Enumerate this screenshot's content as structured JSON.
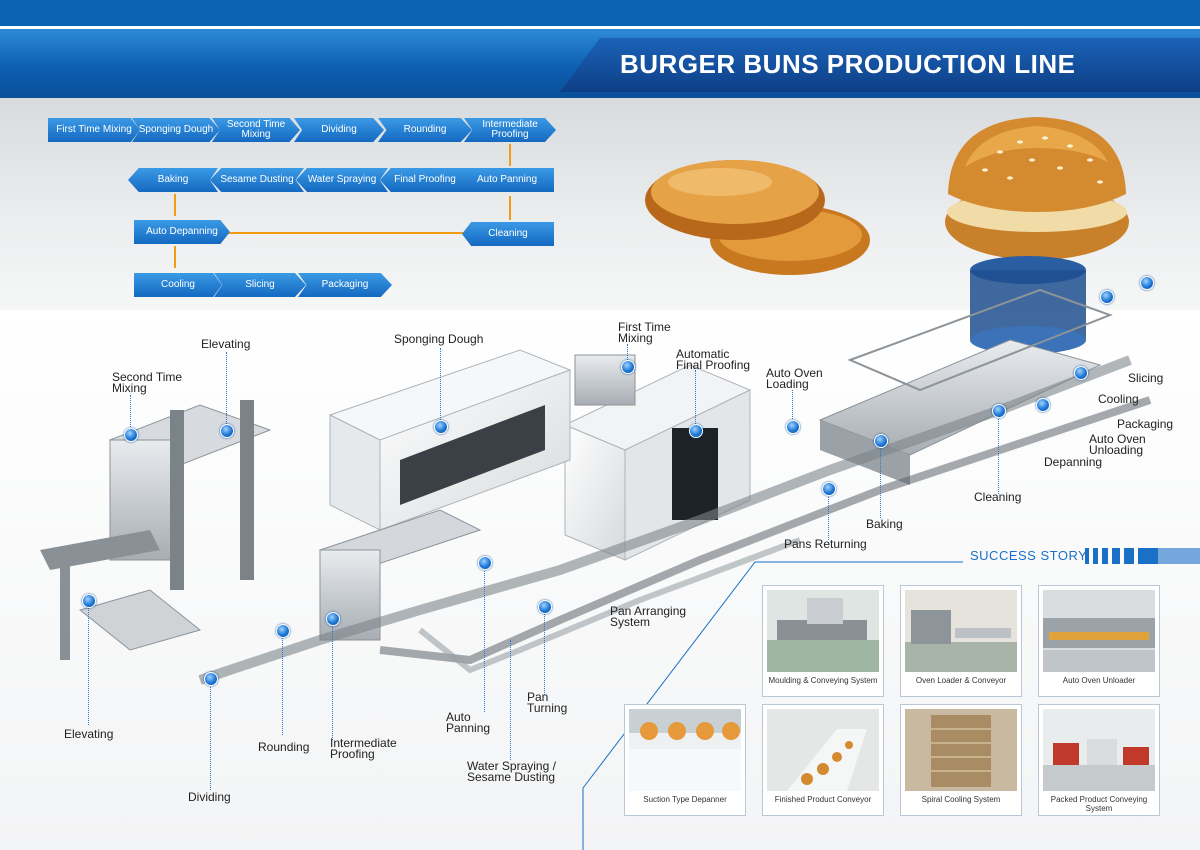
{
  "header": {
    "title": "BURGER BUNS PRODUCTION LINE"
  },
  "flow": {
    "steps": [
      {
        "label": "First Time Mixing"
      },
      {
        "label": "Sponging Dough"
      },
      {
        "label": "Second Time Mixing"
      },
      {
        "label": "Dividing"
      },
      {
        "label": "Rounding"
      },
      {
        "label": "Intermediate Proofing"
      },
      {
        "label": "Auto Panning"
      },
      {
        "label": "Final Proofing"
      },
      {
        "label": "Water Spraying"
      },
      {
        "label": "Sesame Dusting"
      },
      {
        "label": "Baking"
      },
      {
        "label": "Auto Depanning"
      },
      {
        "label": "Cleaning"
      },
      {
        "label": "Cooling"
      },
      {
        "label": "Slicing"
      },
      {
        "label": "Packaging"
      }
    ]
  },
  "plant_labels": {
    "elevating_top": "Elevating",
    "second_time_mixing": "Second Time Mixing",
    "sponging_dough": "Sponging Dough",
    "first_time_mixing": "First Time Mixing",
    "automatic_final_proofing": "Automatic Final Proofing",
    "auto_oven_loading": "Auto Oven Loading",
    "slicing": "Slicing",
    "cooling": "Cooling",
    "packaging": "Packaging",
    "auto_oven_unloading": "Auto Oven Unloading",
    "depanning": "Depanning",
    "cleaning": "Cleaning",
    "baking": "Baking",
    "pans_returning": "Pans Returning",
    "pan_arranging_system": "Pan Arranging System",
    "pan_turning": "Pan Turning",
    "auto_panning": "Auto Panning",
    "water_spraying": "Water Spraying / Sesame Dusting",
    "intermediate_proofing": "Intermediate Proofing",
    "rounding": "Rounding",
    "dividing": "Dividing",
    "elevating_bottom": "Elevating"
  },
  "success_story": {
    "title": "SUCCESS STORY",
    "items": [
      {
        "caption": "Moulding & Conveying System"
      },
      {
        "caption": "Oven Loader & Conveyor"
      },
      {
        "caption": "Auto Oven Unloader"
      },
      {
        "caption": "Suction Type Depanner"
      },
      {
        "caption": "Finished Product Conveyor"
      },
      {
        "caption": "Spiral Cooling System"
      },
      {
        "caption": "Packed Product Conveying System"
      }
    ]
  },
  "colors": {
    "brand_blue": "#0d5fb3",
    "step_blue": "#1a78cc",
    "arrow_orange": "#f39c12"
  }
}
